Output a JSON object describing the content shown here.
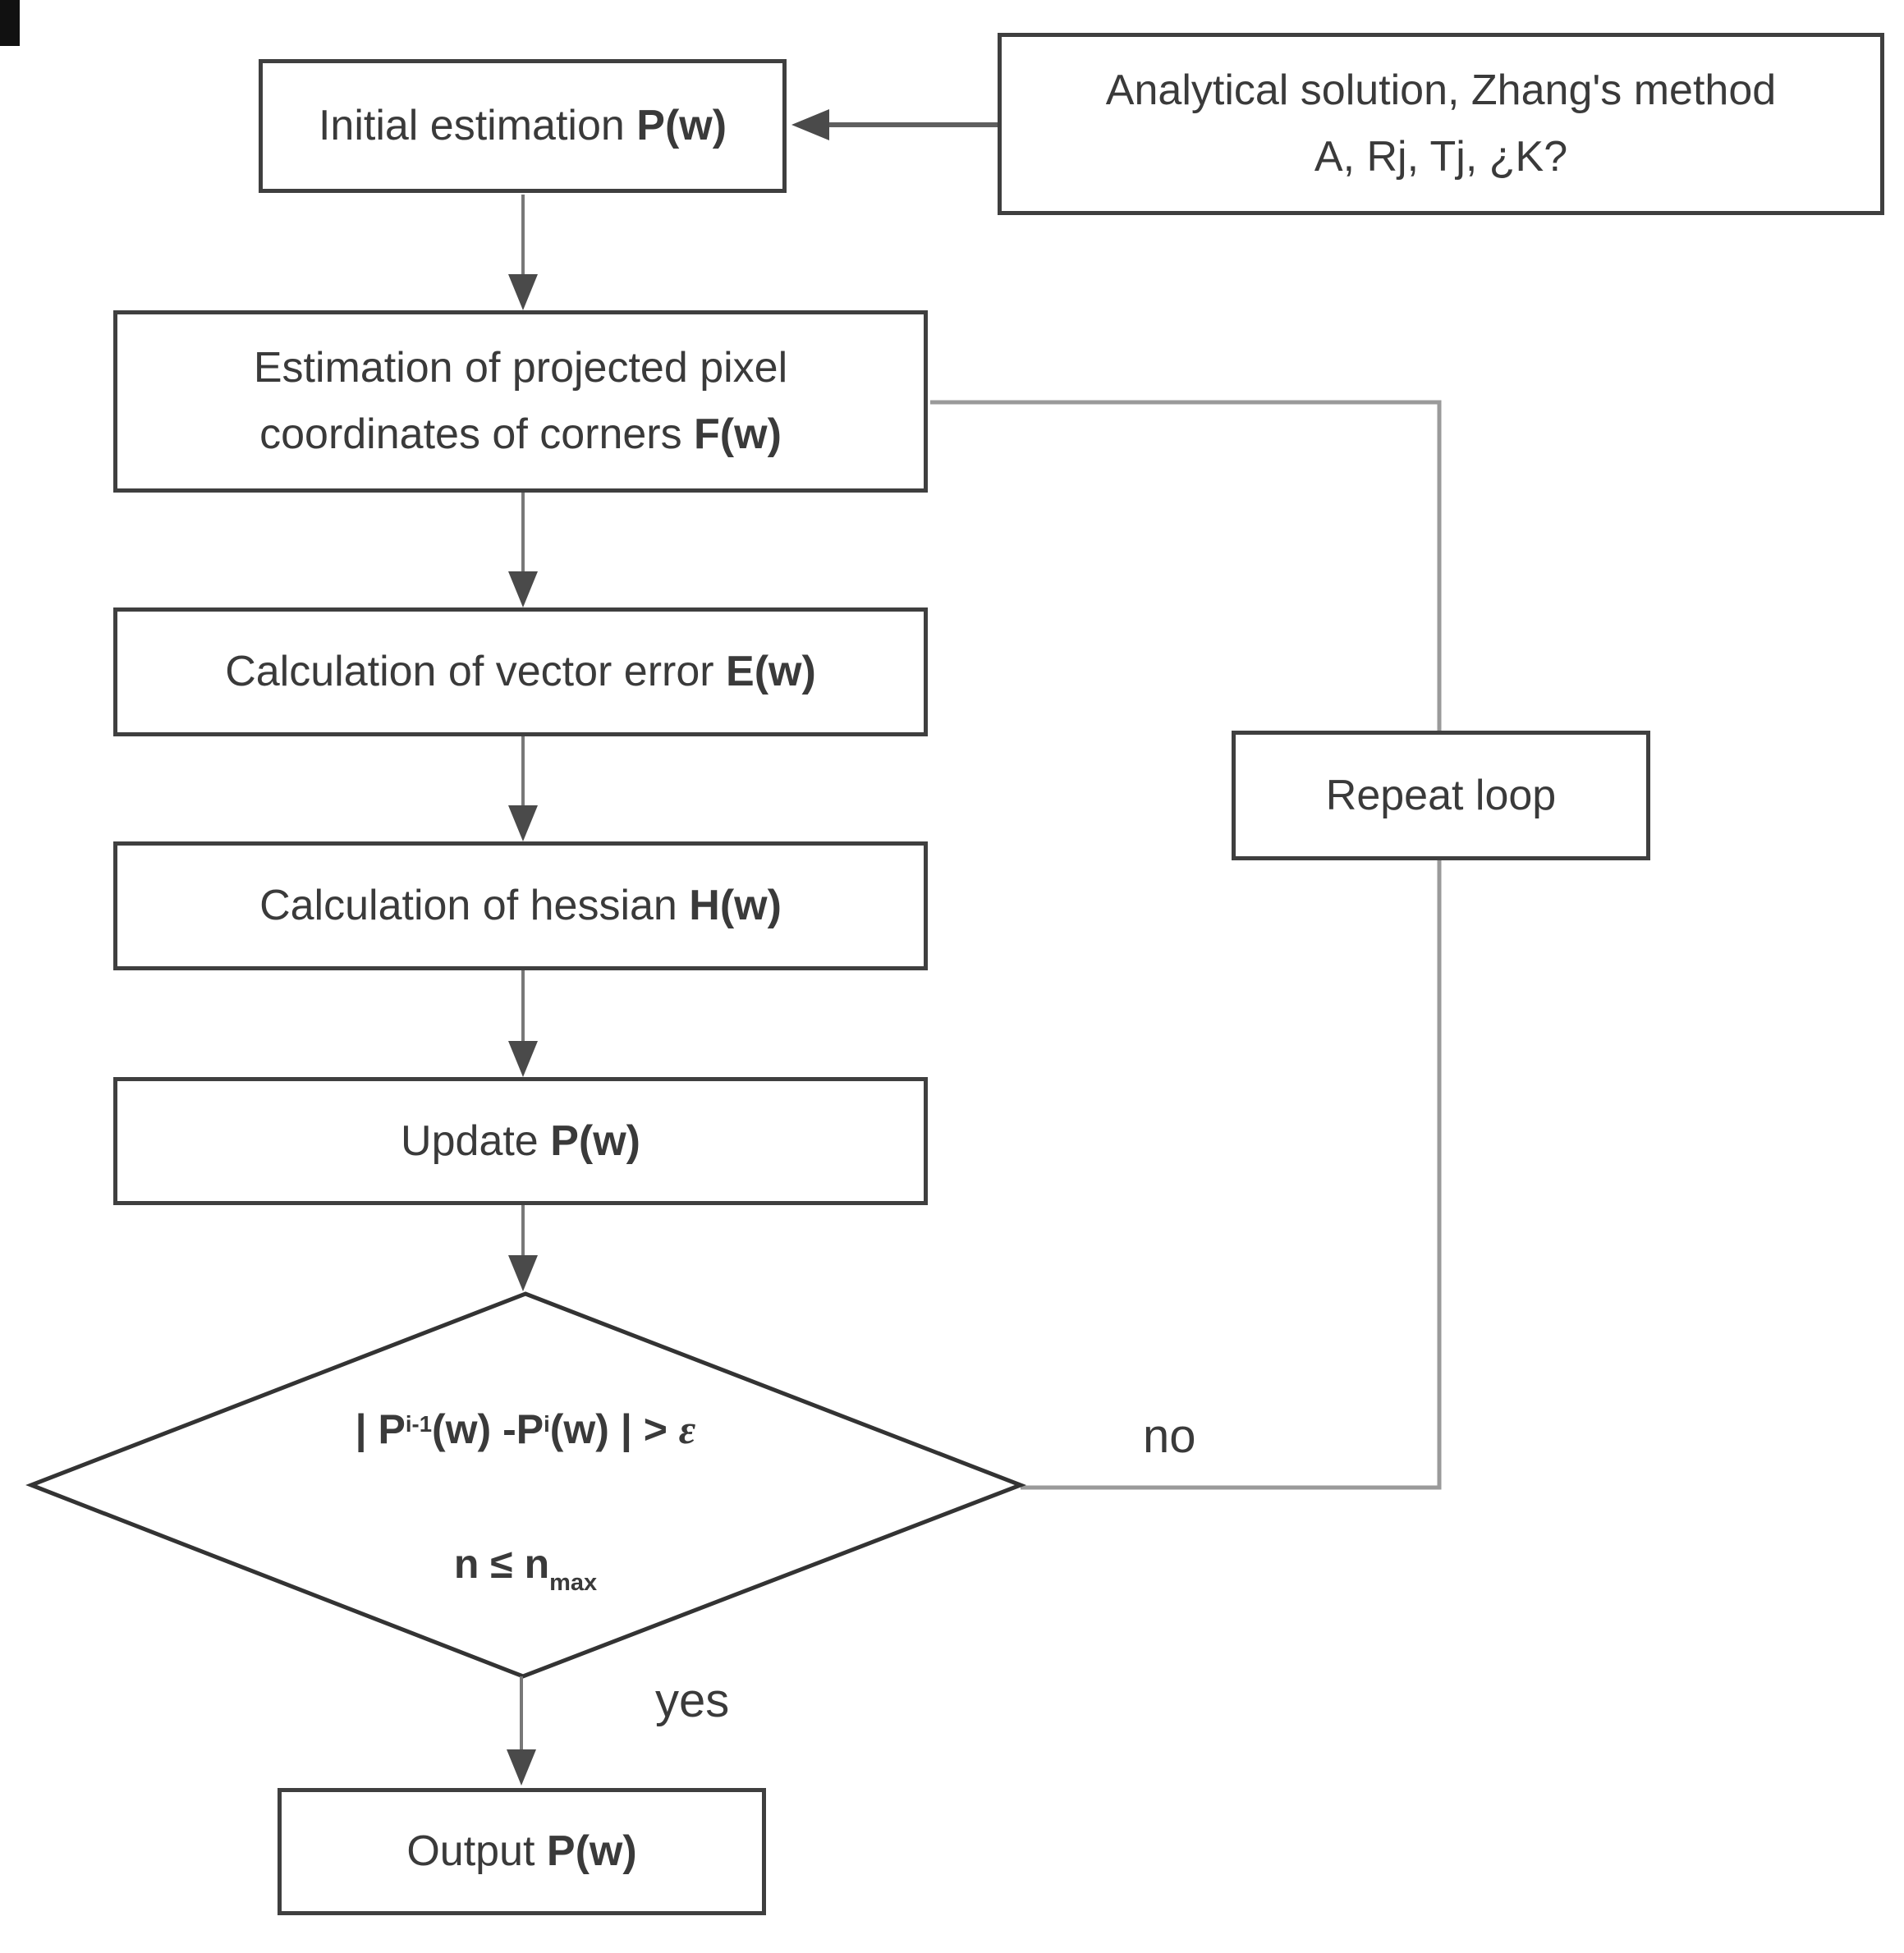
{
  "colors": {
    "box_border": "#3f3f3f",
    "box_fill": "#ffffff",
    "text": "#3a3a3a",
    "connector": "#787878",
    "connector_dark": "#5f5f5f",
    "loop_line": "#9a9a9a",
    "arrowhead": "#4a4a4a",
    "page_bg": "#ffffff"
  },
  "nodes": {
    "initial": {
      "text": "Initial estimation ",
      "bold": "P(w)"
    },
    "analytical": {
      "line1": "Analytical solution, Zhang's method",
      "line2": "A, Rj, Tj, ¿K?"
    },
    "estimation": {
      "line1": "Estimation of projected pixel",
      "line2": "coordinates of corners ",
      "line2_bold": "F(w)"
    },
    "error": {
      "text": "Calculation of vector error ",
      "bold": "E(w)"
    },
    "hessian": {
      "text": "Calculation of hessian ",
      "bold": "H(w)"
    },
    "update": {
      "text": "Update ",
      "bold": "P(w)"
    },
    "decision": {
      "cond1_p1": "| P",
      "cond1_sup1": "i-1",
      "cond1_p2": "(w) -P",
      "cond1_sup2": "i",
      "cond1_p3": "(w) | > ",
      "cond1_epsilon": "ε",
      "cond2_main": "n ≤ n",
      "cond2_sub": "max"
    },
    "repeat": {
      "text": "Repeat loop"
    },
    "output": {
      "text": "Output ",
      "bold": "P(w)"
    }
  },
  "labels": {
    "no": "no",
    "yes": "yes"
  }
}
